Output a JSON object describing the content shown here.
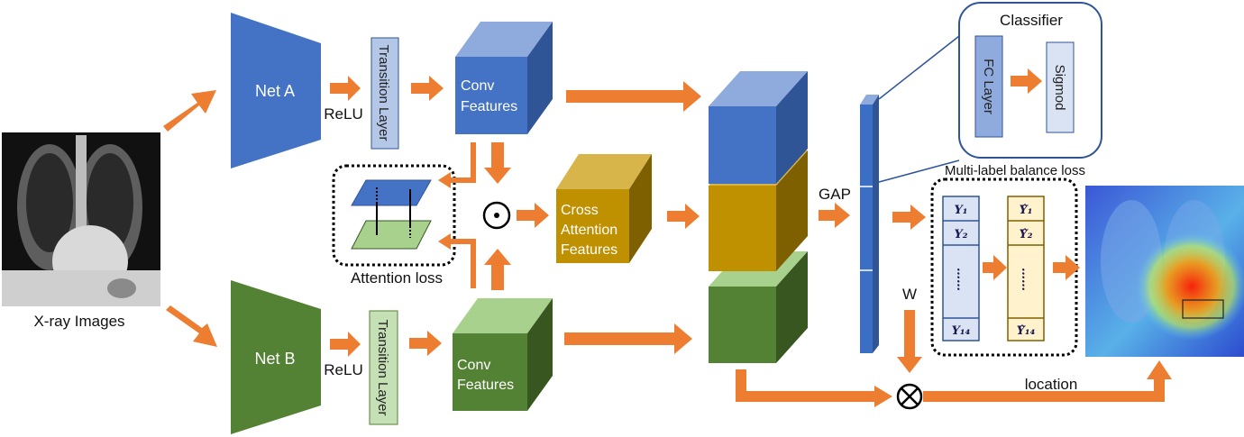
{
  "input": {
    "label": "X-ray Images"
  },
  "net_a": {
    "label": "Net A",
    "activation": "ReLU",
    "transition": "Transition Layer",
    "features": [
      "Conv",
      "Features"
    ]
  },
  "net_b": {
    "label": "Net B",
    "activation": "ReLU",
    "transition": "Transition Layer",
    "features": [
      "Conv",
      "Features"
    ]
  },
  "attention": {
    "label": "Attention loss",
    "operator": "⊙"
  },
  "cross": {
    "lines": [
      "Cross",
      "Attention",
      "Features"
    ]
  },
  "gap": {
    "label": "GAP"
  },
  "classifier": {
    "title": "Classifier",
    "fc": "FC  Layer",
    "sigmoid": "Sigmod"
  },
  "balance": {
    "title": "Multi-label balance loss",
    "y_labels": [
      "𝒀₁",
      "𝒀₂",
      "……",
      "𝒀₁₄"
    ],
    "yhat_labels": [
      "𝒀̂₁",
      "𝒀̂₂",
      "……",
      "𝒀̂₁₄"
    ]
  },
  "weight": {
    "label": "W"
  },
  "location": {
    "label": "location",
    "operator": "⊗"
  },
  "colors": {
    "arrow": "#ed7d31",
    "net_a": "#4472c4",
    "net_b": "#548235",
    "cross": "#bf9000",
    "gap": "#3a6fc4"
  }
}
